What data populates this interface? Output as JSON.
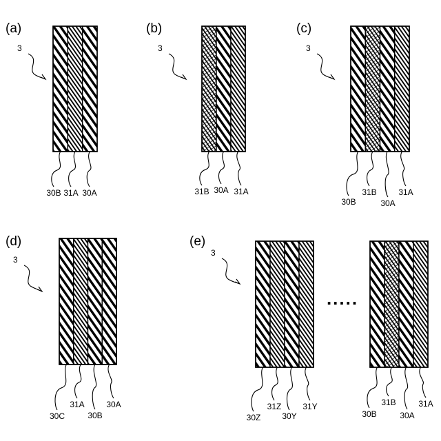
{
  "panels": [
    {
      "label": "(a)",
      "ref": "3",
      "groups": [
        {
          "layers": [
            {
              "name": "30B",
              "pattern": "wide"
            },
            {
              "name": "31A",
              "pattern": "narrow"
            },
            {
              "name": "30A",
              "pattern": "wide"
            }
          ]
        }
      ]
    },
    {
      "label": "(b)",
      "ref": "3",
      "groups": [
        {
          "layers": [
            {
              "name": "31B",
              "pattern": "cross"
            },
            {
              "name": "30A",
              "pattern": "wide"
            },
            {
              "name": "31A",
              "pattern": "narrow"
            }
          ]
        }
      ]
    },
    {
      "label": "(c)",
      "ref": "3",
      "groups": [
        {
          "layers": [
            {
              "name": "30B",
              "pattern": "wide"
            },
            {
              "name": "31B",
              "pattern": "cross"
            },
            {
              "name": "30A",
              "pattern": "wide"
            },
            {
              "name": "31A",
              "pattern": "narrow"
            }
          ]
        }
      ]
    },
    {
      "label": "(d)",
      "ref": "3",
      "groups": [
        {
          "layers": [
            {
              "name": "30C",
              "pattern": "wide"
            },
            {
              "name": "31A",
              "pattern": "narrow"
            },
            {
              "name": "30B",
              "pattern": "wide"
            },
            {
              "name": "30A",
              "pattern": "wide"
            }
          ]
        }
      ]
    },
    {
      "label": "(e)",
      "ref": "3",
      "ellipsis": ".....",
      "groups": [
        {
          "layers": [
            {
              "name": "30Z",
              "pattern": "wide"
            },
            {
              "name": "31Z",
              "pattern": "narrow"
            },
            {
              "name": "30Y",
              "pattern": "wide"
            },
            {
              "name": "31Y",
              "pattern": "narrow"
            }
          ]
        },
        {
          "layers": [
            {
              "name": "30B",
              "pattern": "wide"
            },
            {
              "name": "31B",
              "pattern": "cross"
            },
            {
              "name": "30A",
              "pattern": "wide"
            },
            {
              "name": "31A",
              "pattern": "narrow"
            }
          ]
        }
      ]
    }
  ]
}
